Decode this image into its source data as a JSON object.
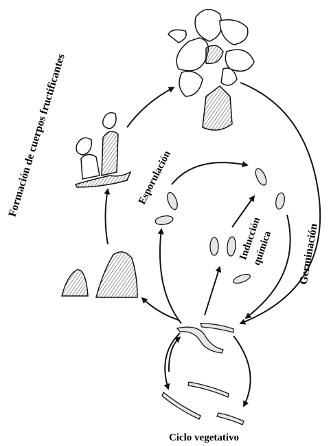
{
  "labels": {
    "fruiting_body_formation": "Formación de cuerpos fructificantes",
    "sporulation": "Esporulación",
    "chemical_induction_line1": "Inducción",
    "chemical_induction_line2": "química",
    "germination": "Germinación",
    "vegetative_cycle": "Ciclo vegetativo"
  },
  "colors": {
    "ink": "#111111",
    "background": "#ffffff",
    "cell_fill": "#e6e6e6"
  }
}
